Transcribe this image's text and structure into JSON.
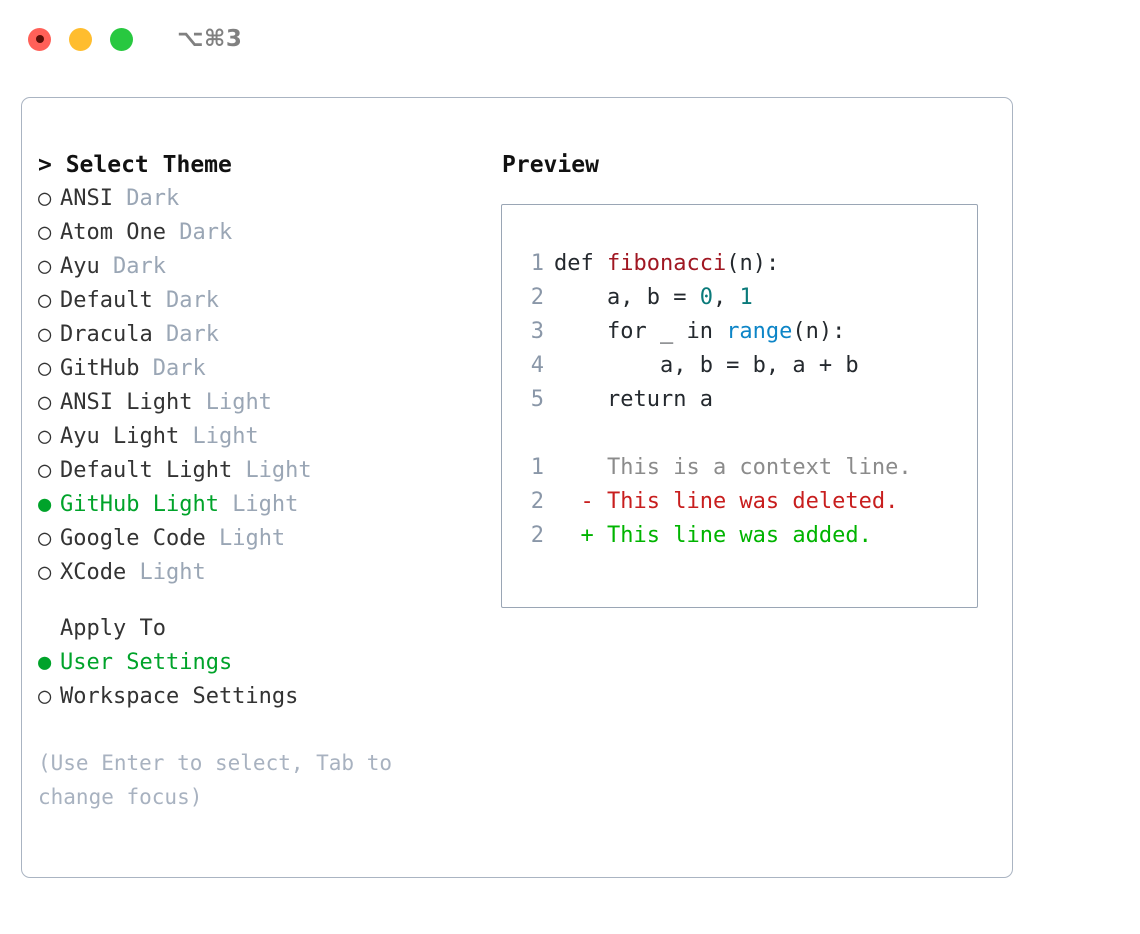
{
  "titlebar": {
    "shortcut": "⌥⌘3",
    "lights": [
      {
        "name": "close",
        "color": "#ff6058"
      },
      {
        "name": "minimize",
        "color": "#ffbd2e"
      },
      {
        "name": "maximize",
        "color": "#28c840"
      }
    ]
  },
  "colors": {
    "selected_green": "#00a32a",
    "muted": "#9aa6b5",
    "hint": "#a8b2c0",
    "border": "#aab4c2",
    "panel_border": "#9aa6b5",
    "text": "#333333",
    "heading": "#111111",
    "diff_added": "#00b400",
    "diff_deleted": "#c81e1e",
    "diff_context": "#8b8b8b",
    "syntax_function": "#a01722",
    "syntax_number": "#0a7a7a",
    "syntax_call": "#0d85c7",
    "lineno": "#8a97a8"
  },
  "left": {
    "header": "> Select Theme",
    "themes": [
      {
        "bullet": "○",
        "name": "ANSI",
        "variant": "Dark",
        "selected": false
      },
      {
        "bullet": "○",
        "name": "Atom One",
        "variant": "Dark",
        "selected": false
      },
      {
        "bullet": "○",
        "name": "Ayu",
        "variant": "Dark",
        "selected": false
      },
      {
        "bullet": "○",
        "name": "Default",
        "variant": "Dark",
        "selected": false
      },
      {
        "bullet": "○",
        "name": "Dracula",
        "variant": "Dark",
        "selected": false
      },
      {
        "bullet": "○",
        "name": "GitHub",
        "variant": "Dark",
        "selected": false
      },
      {
        "bullet": "○",
        "name": "ANSI Light",
        "variant": "Light",
        "selected": false
      },
      {
        "bullet": "○",
        "name": "Ayu Light",
        "variant": "Light",
        "selected": false
      },
      {
        "bullet": "○",
        "name": "Default Light",
        "variant": "Light",
        "selected": false
      },
      {
        "bullet": "●",
        "name": "GitHub Light",
        "variant": "Light",
        "selected": true
      },
      {
        "bullet": "○",
        "name": "Google Code",
        "variant": "Light",
        "selected": false
      },
      {
        "bullet": "○",
        "name": "XCode",
        "variant": "Light",
        "selected": false
      }
    ],
    "apply_to": {
      "label": "Apply To",
      "options": [
        {
          "bullet": "●",
          "label": "User Settings",
          "selected": true
        },
        {
          "bullet": "○",
          "label": "Workspace Settings",
          "selected": false
        }
      ]
    },
    "hint": "(Use Enter to select, Tab to change focus)"
  },
  "right": {
    "title": "Preview",
    "code": [
      {
        "lineno": "1",
        "parts": [
          {
            "text": "def ",
            "cls": ""
          },
          {
            "text": "fibonacci",
            "cls": "tok-fn"
          },
          {
            "text": "(n):",
            "cls": ""
          }
        ]
      },
      {
        "lineno": "2",
        "parts": [
          {
            "text": "    a, b = ",
            "cls": ""
          },
          {
            "text": "0",
            "cls": "tok-num"
          },
          {
            "text": ", ",
            "cls": ""
          },
          {
            "text": "1",
            "cls": "tok-num"
          }
        ]
      },
      {
        "lineno": "3",
        "parts": [
          {
            "text": "    for _ in ",
            "cls": ""
          },
          {
            "text": "range",
            "cls": "tok-call"
          },
          {
            "text": "(n):",
            "cls": ""
          }
        ]
      },
      {
        "lineno": "4",
        "parts": [
          {
            "text": "        a, b = b, a + b",
            "cls": ""
          }
        ]
      },
      {
        "lineno": "5",
        "parts": [
          {
            "text": "    return a",
            "cls": ""
          }
        ]
      }
    ],
    "diff": [
      {
        "lineno": "1",
        "marker": " ",
        "text": "This is a context line.",
        "kind": "diff-ctx"
      },
      {
        "lineno": "2",
        "marker": "-",
        "text": "This line was deleted.",
        "kind": "diff-del"
      },
      {
        "lineno": "2",
        "marker": "+",
        "text": "This line was added.",
        "kind": "diff-add"
      }
    ]
  }
}
